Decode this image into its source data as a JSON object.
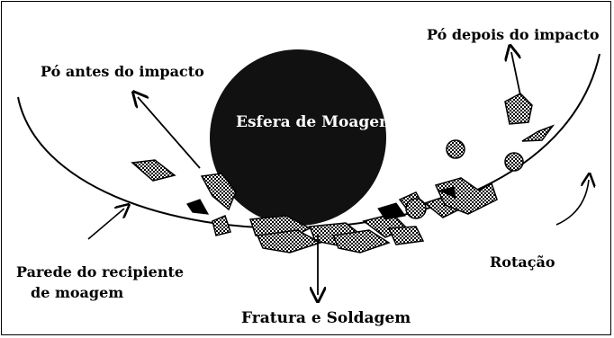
{
  "labels": {
    "before_impact": "Pó antes do impacto",
    "after_impact": "Pó depois do impacto",
    "grinding_ball": "Esfera de Moagem",
    "container_wall_line1": "Parede do recipiente",
    "container_wall_line2": "de moagem",
    "rotation": "Rotação",
    "fracture_welding": "Fratura e Soldagem"
  },
  "colors": {
    "ball": "#111111",
    "ink": "#000000",
    "background": "#ffffff"
  }
}
